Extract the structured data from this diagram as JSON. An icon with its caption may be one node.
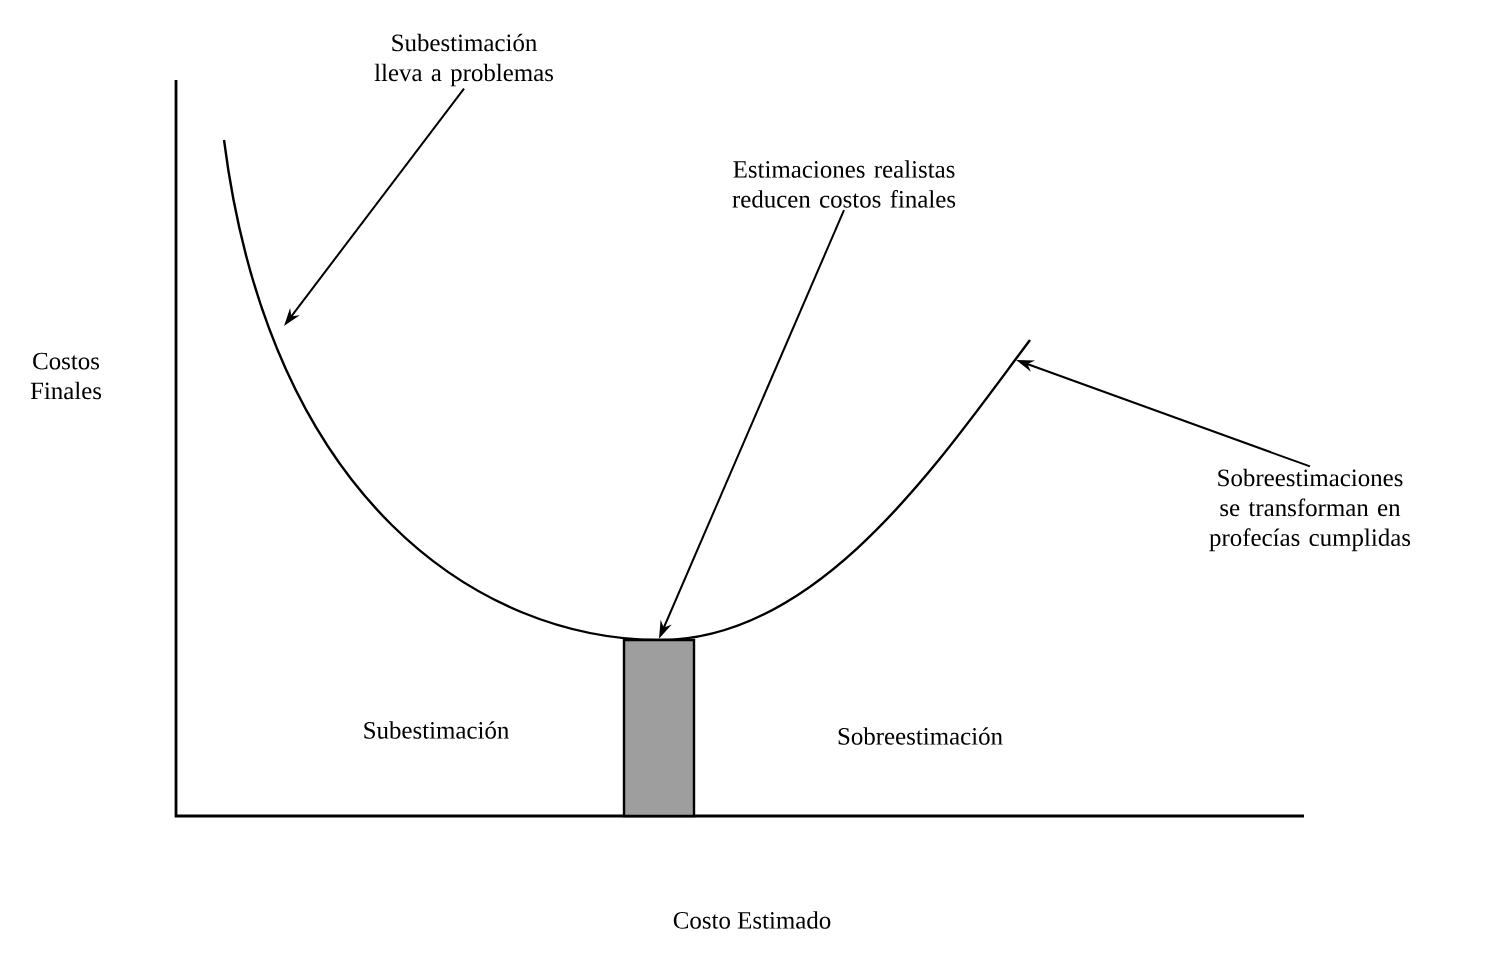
{
  "diagram": {
    "nodes": [
      {
        "text": [
          "Subestimación lleva a problemas"
        ]
      },
      {
        "text": [
          "Estimaciones realistas reducen costos finales"
        ]
      },
      {
        "text": [
          "Sobreestimaciones se transforman en profecías cumplidas"
        ]
      },
      {
        "text": [],
        "shape": "bar"
      }
    ],
    "edges": [
      {
        "from": 0,
        "to": null,
        "arrow": "to"
      },
      {
        "from": 1,
        "to": 3,
        "arrow": "to"
      },
      {
        "from": 2,
        "to": null,
        "arrow": "to"
      }
    ],
    "labels": [
      "Costos Finales",
      "Subestimación",
      "Sobreestimación",
      "Costo Estimado"
    ]
  }
}
